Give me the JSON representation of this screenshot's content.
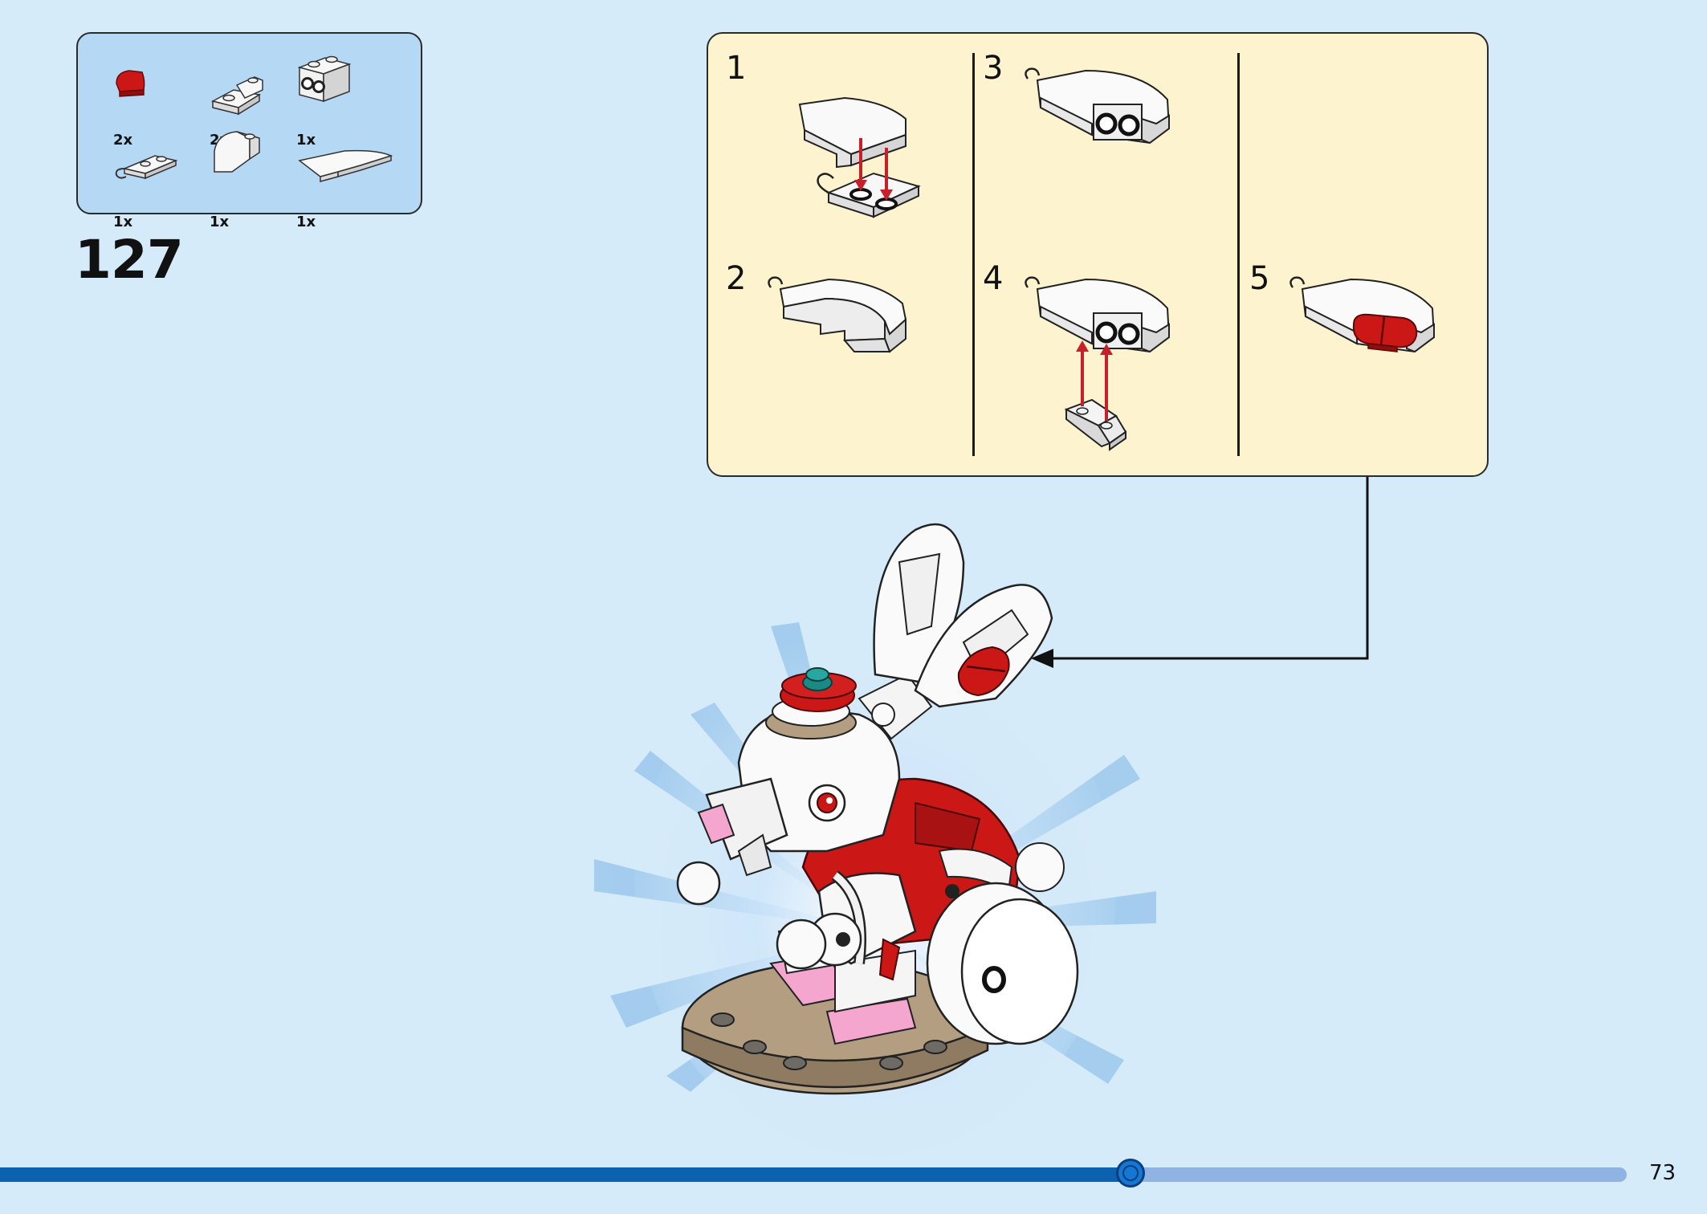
{
  "page": {
    "step_number": "127",
    "page_number": "73"
  },
  "parts_list": [
    {
      "qty": "2x",
      "color": "#cc1717",
      "icon": "red-curved-slope-icon"
    },
    {
      "qty": "2x",
      "color": "#f2f2f2",
      "icon": "jumper-plate-icon"
    },
    {
      "qty": "1x",
      "color": "#f2f2f2",
      "icon": "brick-with-studs-on-side-icon"
    },
    {
      "qty": "1x",
      "color": "#f2f2f2",
      "icon": "plate-with-clip-icon"
    },
    {
      "qty": "1x",
      "color": "#f2f2f2",
      "icon": "curved-slope-icon"
    },
    {
      "qty": "1x",
      "color": "#f2f2f2",
      "icon": "long-curved-slope-icon"
    }
  ],
  "sub_steps": [
    {
      "label": "1"
    },
    {
      "label": "2"
    },
    {
      "label": "3"
    },
    {
      "label": "4"
    },
    {
      "label": "5"
    }
  ],
  "colors": {
    "background": "#d6ebf9",
    "parts_box": "#b5d9f4",
    "callout": "#fdf4cf",
    "brick_red": "#cc1717",
    "arrow_red": "#c8202a",
    "progress_dark": "#0d62b0",
    "progress_light": "#8fb4e4"
  },
  "progress": {
    "fraction": 0.695
  }
}
